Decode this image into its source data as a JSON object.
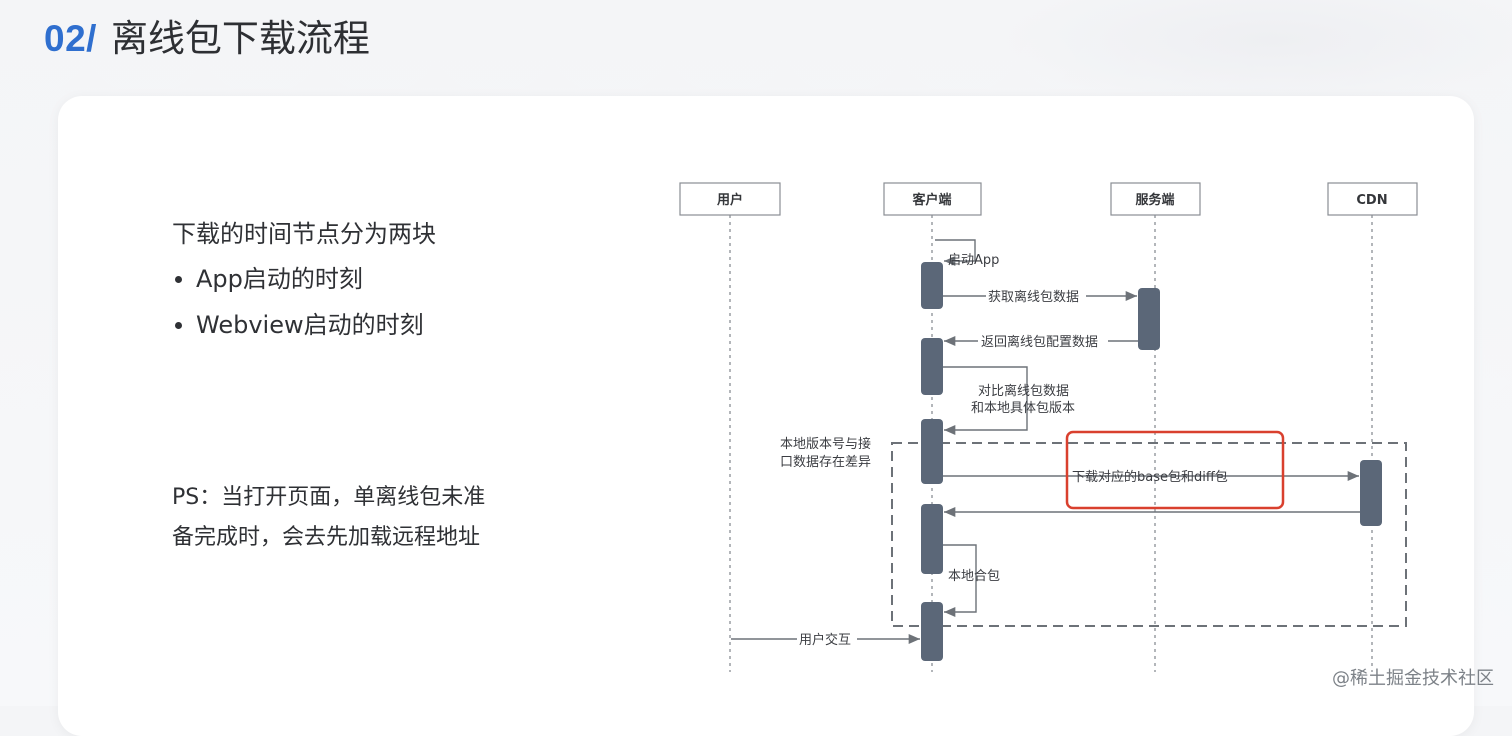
{
  "header": {
    "number": "02/",
    "title": "离线包下载流程"
  },
  "left": {
    "intro": "下载的时间节点分为两块",
    "bullets": [
      "App启动的时刻",
      "Webview启动的时刻"
    ],
    "ps_line1": "PS：当打开页面，单离线包未准",
    "ps_line2": "备完成时，会去先加载远程地址"
  },
  "diagram": {
    "participants": [
      "用户",
      "客户端",
      "服务端",
      "CDN"
    ],
    "messages": {
      "launch_app": "启动App",
      "fetch_data": "获取离线包数据",
      "return_config": "返回离线包配置数据",
      "compare_1": "对比离线包数据",
      "compare_2": "和本地具体包版本",
      "diff_note_1": "本地版本号与接",
      "diff_note_2": "口数据存在差异",
      "download": "下载对应的base包和diff包",
      "merge": "本地合包",
      "interact": "用户交互"
    },
    "colors": {
      "activation": "#5b6778",
      "line": "#7a7f86",
      "highlight": "#d9402e"
    }
  },
  "watermark": "@稀土掘金技术社区"
}
